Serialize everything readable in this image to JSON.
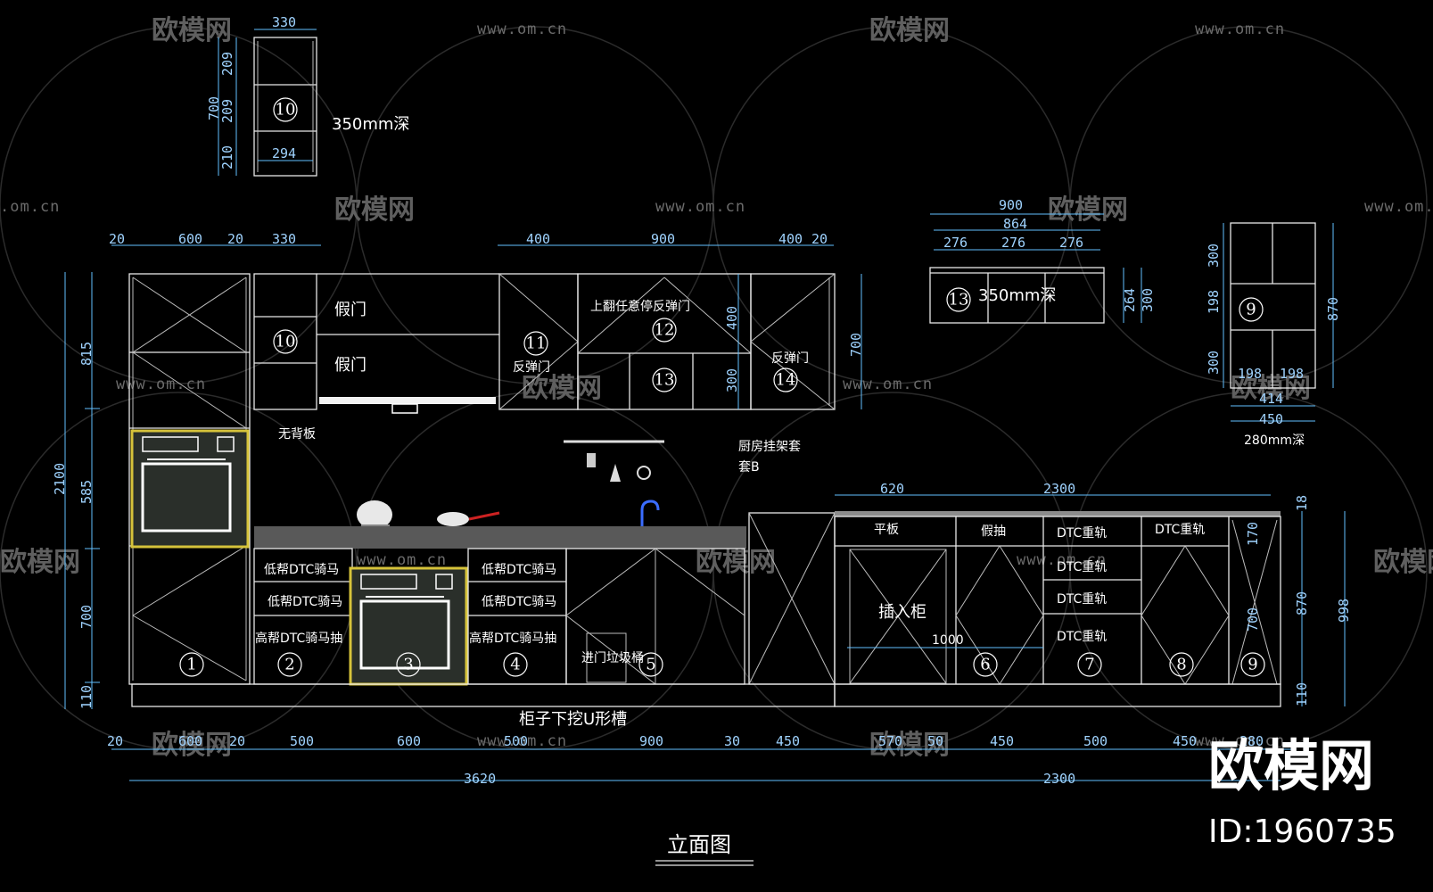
{
  "watermark": {
    "brand": "欧模网",
    "url": "www.om.cn",
    "url_short": ".om.cn",
    "id": "ID:1960735"
  },
  "title": "立面图",
  "top_unit": {
    "width": "330",
    "inner": "294",
    "height": "700",
    "rows": [
      "209",
      "209",
      "210"
    ],
    "depth": "350mm深",
    "num": "10"
  },
  "top_right_unit_13": {
    "width": "900",
    "inner": "864",
    "cols": [
      "276",
      "276",
      "276"
    ],
    "h1": "264",
    "h2": "300",
    "depth": "350mm深",
    "num": "13"
  },
  "top_right_unit_9": {
    "h_top": "300",
    "h_mid": "198",
    "h_bot": "300",
    "total": "870",
    "cols": [
      "198",
      "198"
    ],
    "inner": "414",
    "width": "450",
    "depth": "280mm深",
    "num": "9"
  },
  "upper_dims": [
    "20",
    "600",
    "20",
    "330",
    "400",
    "900",
    "400",
    "20"
  ],
  "left_dims": [
    "815",
    "585",
    "700",
    "110",
    "2100"
  ],
  "right_upper_dims": [
    "700",
    "400",
    "300"
  ],
  "labels": {
    "fake_door_1": "假门",
    "fake_door_2": "假门",
    "flip_door": "上翻任意停反弹门",
    "rebound_door_11": "反弹门",
    "rebound_door_14": "反弹门",
    "no_back": "无背板",
    "rack": "厨房挂架套",
    "rack2": "套B",
    "flat": "平板",
    "fake_drawer": "假抽",
    "dtc1": "DTC重轨",
    "dtc2": "DTC重轨",
    "dtc3": "DTC重轨",
    "dtc4": "DTC重轨",
    "dtc5": "DTC重轨",
    "insert": "插入柜",
    "low_dtc1": "低帮DTC骑马",
    "low_dtc2": "低帮DTC骑马",
    "high_dtc": "高帮DTC骑马抽",
    "low_dtc3": "低帮DTC骑马",
    "low_dtc4": "低帮DTC骑马",
    "high_dtc2": "高帮DTC骑马抽",
    "trash": "进门垃圾桶",
    "ugroove": "柜子下挖U形槽"
  },
  "island_dims": {
    "w1": "620",
    "w2": "2300",
    "d1000": "1000",
    "r170": "170",
    "r700": "700",
    "r870": "870",
    "r998": "998",
    "r18": "18",
    "r110": "110"
  },
  "bottom_dims": [
    "20",
    "600",
    "20",
    "500",
    "600",
    "500",
    "900",
    "30",
    "450",
    "570",
    "50",
    "450",
    "500",
    "450",
    "280"
  ],
  "totals": [
    "3620",
    "2300"
  ],
  "cab_nums": [
    "1",
    "2",
    "3",
    "4",
    "5",
    "6",
    "7",
    "8",
    "9",
    "10",
    "11",
    "12",
    "13",
    "14"
  ]
}
